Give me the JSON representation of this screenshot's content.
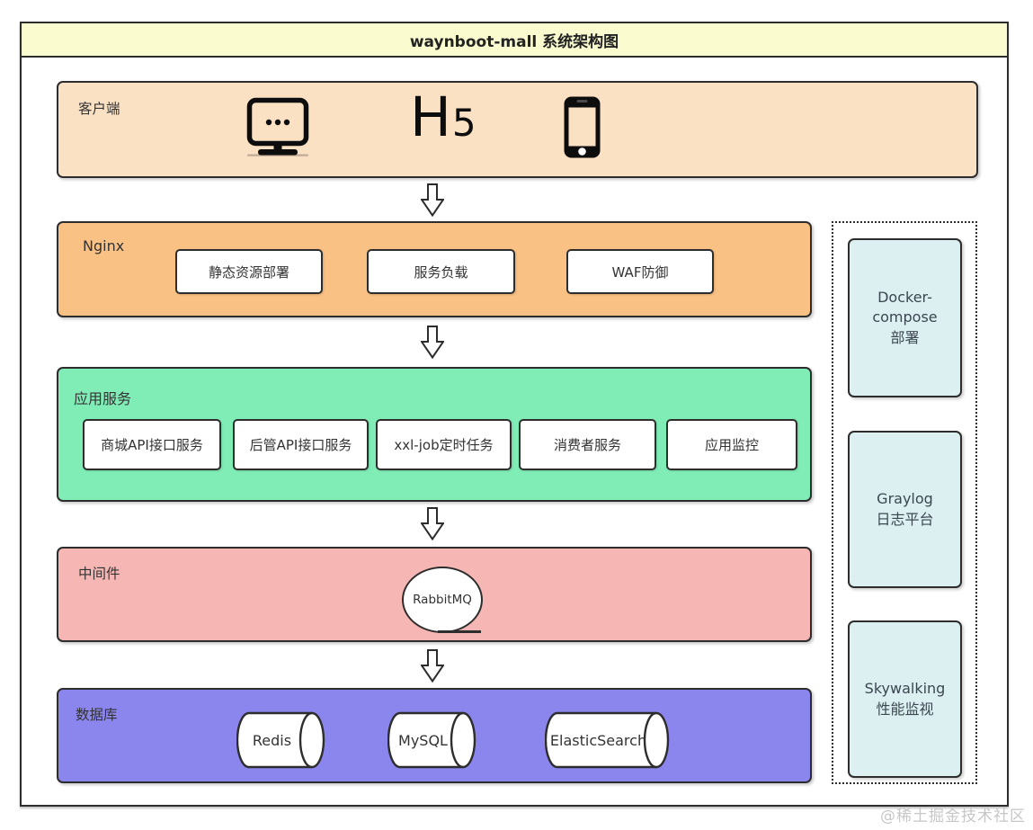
{
  "title": "waynboot-mall 系统架构图",
  "watermark": "@稀土掘金技术社区",
  "colors": {
    "title_bg": "#fbfbd0",
    "client_bg": "#fbe1c4",
    "nginx_bg": "#fac184",
    "apps_bg": "#81edb6",
    "middleware_bg": "#f5b6b4",
    "database_bg": "#8b85ee",
    "sidebar_box_bg": "#dcf0f1",
    "border": "#2d2d2d"
  },
  "client": {
    "label": "客户端",
    "h5": "H5",
    "icons": [
      "desktop-monitor-icon",
      "h5-text",
      "smartphone-icon"
    ]
  },
  "nginx": {
    "label": "Nginx",
    "boxes": [
      "静态资源部署",
      "服务负载",
      "WAF防御"
    ]
  },
  "app_services": {
    "label": "应用服务",
    "boxes": [
      "商城API接口服务",
      "后管API接口服务",
      "xxl-job定时任务",
      "消费者服务",
      "应用监控"
    ]
  },
  "middleware": {
    "label": "中间件",
    "node": "RabbitMQ"
  },
  "database": {
    "label": "数据库",
    "cylinders": [
      "Redis",
      "MySQL",
      "ElasticSearch"
    ]
  },
  "sidebar": {
    "boxes": [
      {
        "lines": [
          "Docker-",
          "compose",
          "部署"
        ]
      },
      {
        "lines": [
          "Graylog",
          "日志平台"
        ]
      },
      {
        "lines": [
          "Skywalking",
          "性能监视"
        ]
      }
    ]
  }
}
